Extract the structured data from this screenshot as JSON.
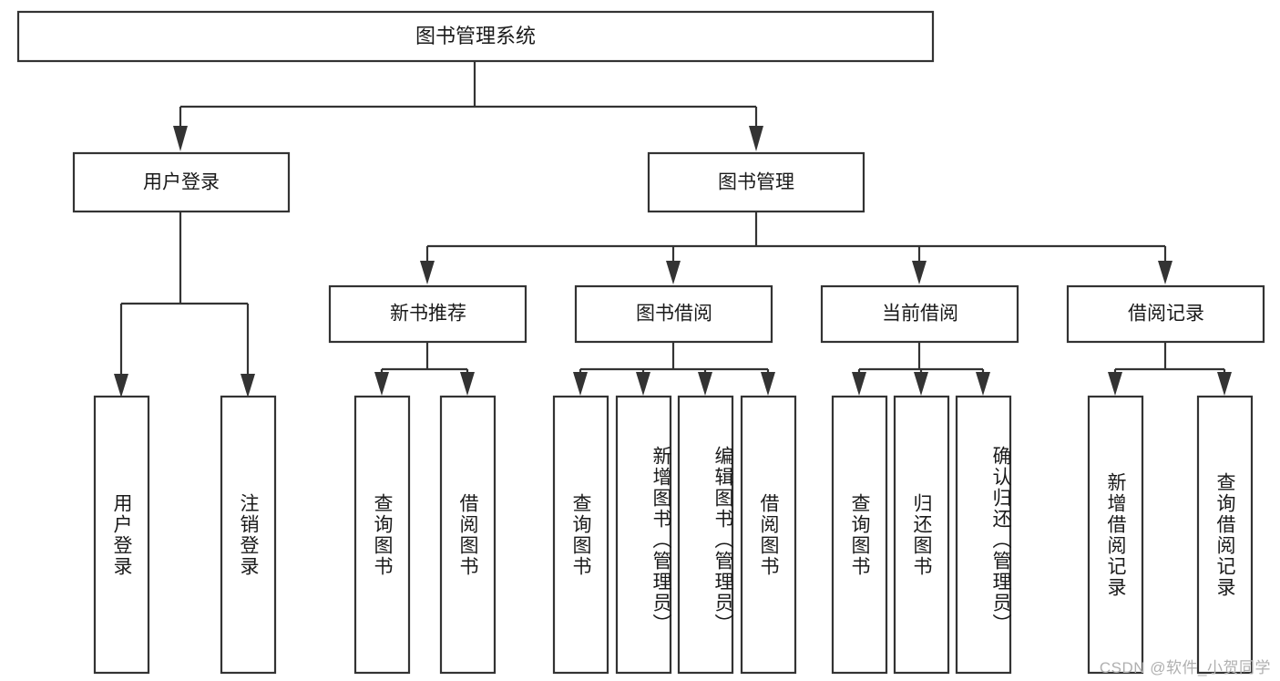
{
  "diagram": {
    "title": "图书管理系统",
    "watermark": "CSDN @软件_小贺同学",
    "levels": {
      "root": {
        "label": "图书管理系统"
      },
      "level2": [
        {
          "id": "user-login",
          "label": "用户登录"
        },
        {
          "id": "book-manage",
          "label": "图书管理"
        }
      ],
      "level3": [
        {
          "id": "new-book-recommend",
          "label": "新书推荐"
        },
        {
          "id": "book-borrow",
          "label": "图书借阅"
        },
        {
          "id": "current-borrow",
          "label": "当前借阅"
        },
        {
          "id": "borrow-record",
          "label": "借阅记录"
        }
      ],
      "leaves": {
        "user_login": [
          {
            "id": "leaf-user-login",
            "label": "用户登录"
          },
          {
            "id": "leaf-user-logout",
            "label": "注销登录"
          }
        ],
        "new_book_recommend": [
          {
            "id": "leaf-query-book-1",
            "label": "查询图书"
          },
          {
            "id": "leaf-borrow-book-1",
            "label": "借阅图书"
          }
        ],
        "book_borrow": [
          {
            "id": "leaf-query-book-2",
            "label": "查询图书"
          },
          {
            "id": "leaf-add-book",
            "label": "新增图书（管理员）"
          },
          {
            "id": "leaf-edit-book",
            "label": "编辑图书（管理员）"
          },
          {
            "id": "leaf-borrow-book-2",
            "label": "借阅图书"
          }
        ],
        "current_borrow": [
          {
            "id": "leaf-query-book-3",
            "label": "查询图书"
          },
          {
            "id": "leaf-return-book",
            "label": "归还图书"
          },
          {
            "id": "leaf-confirm-return",
            "label": "确认归还（管理员）"
          }
        ],
        "borrow_record": [
          {
            "id": "leaf-add-record",
            "label": "新增借阅记录"
          },
          {
            "id": "leaf-query-record",
            "label": "查询借阅记录"
          }
        ]
      }
    },
    "colors": {
      "box_stroke": "#333333",
      "box_fill": "#ffffff",
      "text": "#1a1a1a",
      "watermark": "#b0b0b0",
      "background": "#ffffff"
    }
  }
}
